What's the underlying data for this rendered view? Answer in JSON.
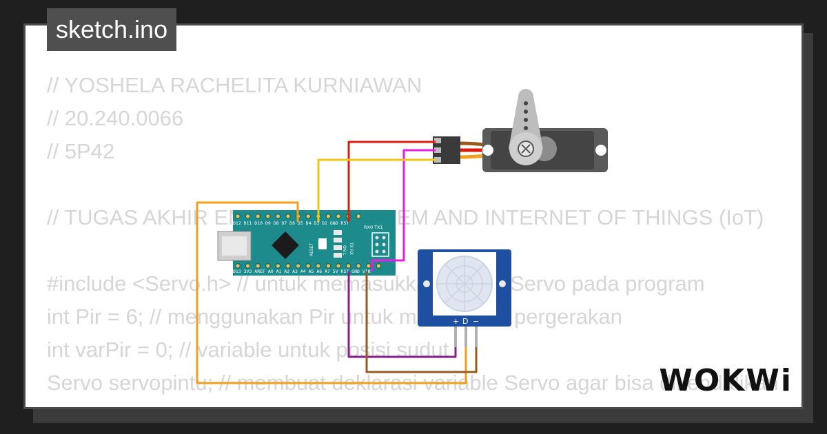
{
  "editor": {
    "filename": "sketch.ino",
    "code_lines": [
      "// YOSHELA RACHELITA KURNIAWAN",
      "// 20.240.0066",
      "// 5P42",
      "",
      "// TUGAS AKHIR EMBEDDED SYSTEM AND INTERNET OF THINGS (IoT)",
      "",
      "#include <Servo.h> // untuk memasukkan library Servo pada program",
      "int Pir = 6; // menggunakan Pir untuk mendeteksi pergerakan",
      "int varPir = 0; // variable untuk posisi sudut",
      "Servo servopintu; // membuat deklarasi variable Servo agar bisa dikendalikan"
    ]
  },
  "arduino": {
    "top_pins": "D12 D11 D10 D9  D8  D7  D6  D5  D4  D3  D2 GND RST",
    "bottom_pins": "D13 3V3 AREF A0  A1  A2  A3  A4  A5  A6  A7  5V  RST GND VIN",
    "rx_tx": "RX0 TX1",
    "reset_label": "RESET",
    "tx_rx_label": "TX RX",
    "on_l_label": "ON L"
  },
  "pir": {
    "pin_labels": [
      "+",
      "D",
      "−"
    ]
  },
  "brand": {
    "logo_text": "WOKWi"
  },
  "colors": {
    "wire_red": "#e0190e",
    "wire_magenta": "#e61ee6",
    "wire_yellow": "#f5c518",
    "wire_orange": "#f0a01e",
    "wire_purple": "#8a1e8c",
    "wire_brown": "#9a5a1e",
    "board": "#1d8a8c",
    "pir_blue": "#1f4fa0"
  }
}
